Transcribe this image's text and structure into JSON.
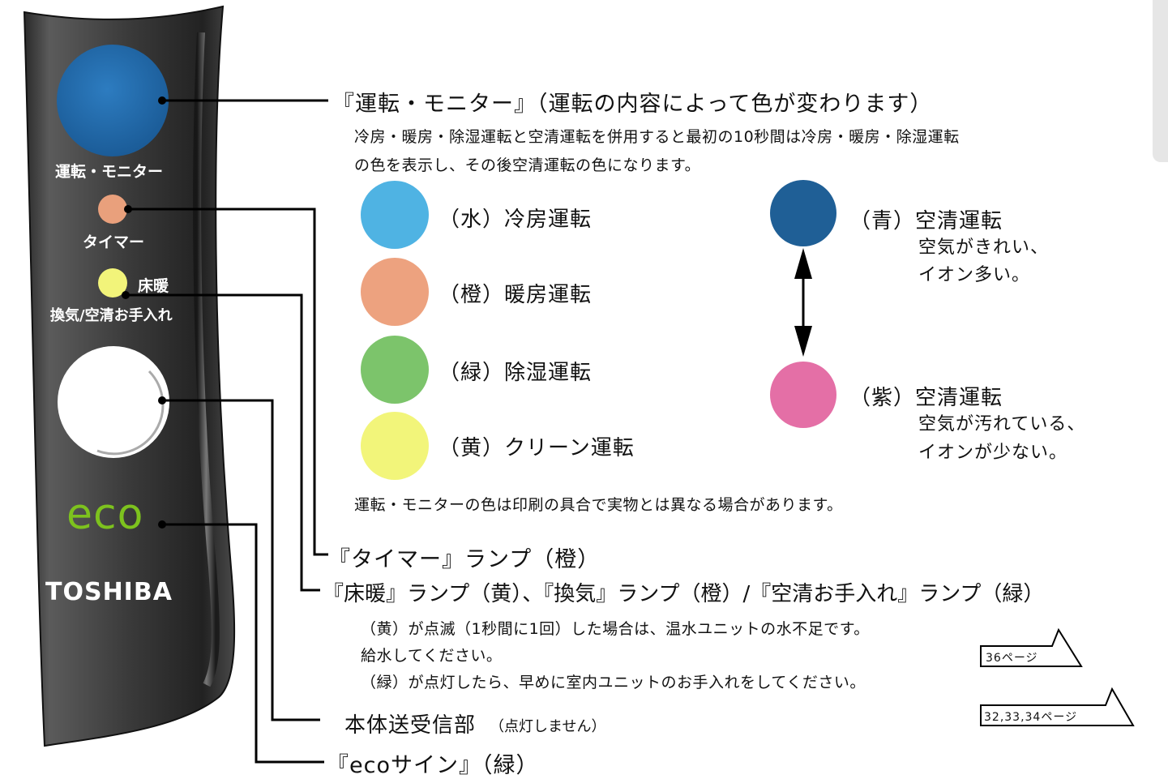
{
  "panel": {
    "monitor_label": "運転・モニター",
    "timer_label": "タイマー",
    "floor_label": "床暖",
    "vent_label": "換気/空清お手入れ",
    "eco_label": "eco",
    "brand": "TOSHIBA"
  },
  "monitor": {
    "heading": "『運転・モニター』（運転の内容によって色が変わります）",
    "desc_line1": "冷房・暖房・除湿運転と空清運転を併用すると最初の10秒間は冷房・暖房・除湿運転",
    "desc_line2": "の色を表示し、その後空清運転の色になります。",
    "colors": [
      {
        "label": "（水）冷房運転",
        "color": "#4fb3e3"
      },
      {
        "label": "（橙）暖房運転",
        "color": "#eda27f"
      },
      {
        "label": "（緑）除湿運転",
        "color": "#7cc46b"
      },
      {
        "label": "（黄）クリーン運転",
        "color": "#f2f57a"
      }
    ],
    "air_clean_blue": {
      "label": "（青）空清運転",
      "line1": "空気がきれい、",
      "line2": "イオン多い。",
      "color": "#1f5f96"
    },
    "air_clean_purple": {
      "label": "（紫）空清運転",
      "line1": "空気が汚れている、",
      "line2": "イオンが少ない。",
      "color": "#e46fa6"
    },
    "note": "運転・モニターの色は印刷の具合で実物とは異なる場合があります。"
  },
  "timer": {
    "heading": "『タイマー』ランプ（橙）"
  },
  "floor": {
    "heading": "『床暖』ランプ（黄）、『換気』ランプ（橙）/『空清お手入れ』ランプ（緑）",
    "line1": "（黄）が点滅（1秒間に1回）した場合は、温水ユニットの水不足です。",
    "line2": "給水してください。",
    "ref1": "36ページ",
    "line3": "（緑）が点灯したら、早めに室内ユニットのお手入れをしてください。",
    "ref2": "32,33,34ページ"
  },
  "receiver": {
    "heading": "本体送受信部",
    "sub": "（点灯しません）"
  },
  "eco": {
    "heading": "『ecoサイン』（緑）"
  }
}
